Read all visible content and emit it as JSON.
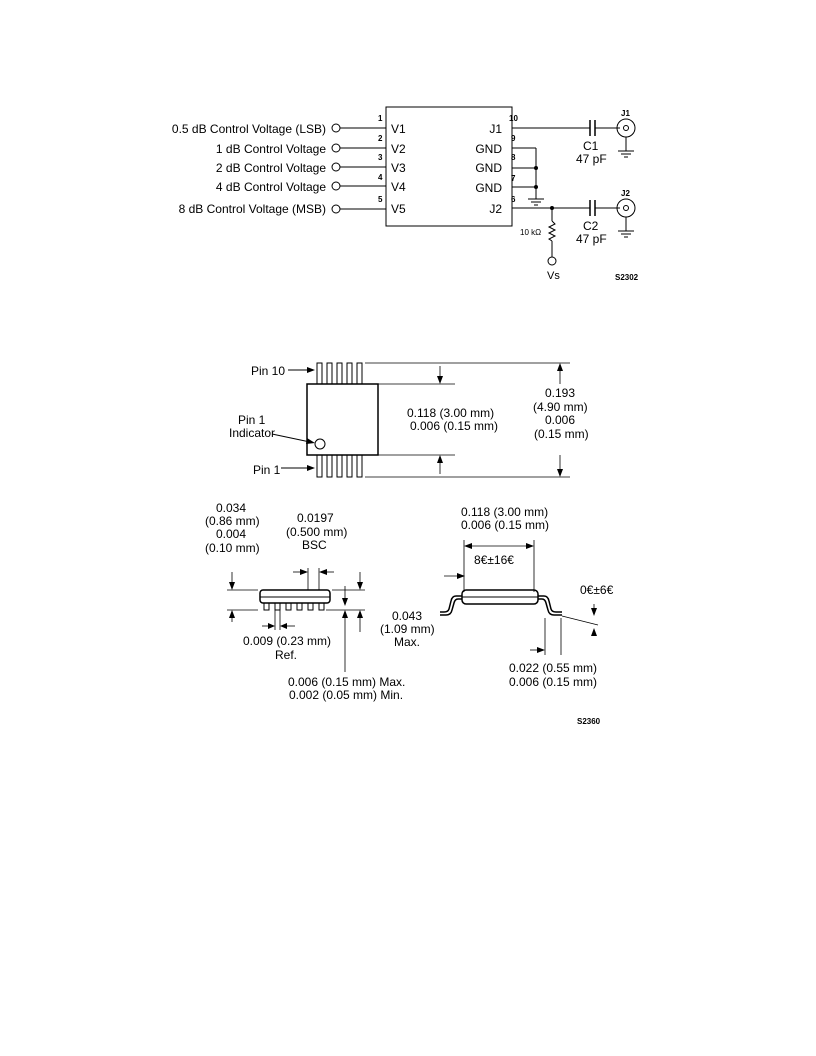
{
  "schematic": {
    "control_labels": [
      "0.5 dB Control Voltage (LSB)",
      "1 dB Control Voltage",
      "2 dB Control Voltage",
      "4 dB Control Voltage",
      "8 dB Control Voltage (MSB)"
    ],
    "left_pin_numbers": [
      "1",
      "2",
      "3",
      "4",
      "5"
    ],
    "left_pin_names": [
      "V1",
      "V2",
      "V3",
      "V4",
      "V5"
    ],
    "right_pin_numbers": [
      "10",
      "9",
      "8",
      "7",
      "6"
    ],
    "right_pin_names": [
      "J1",
      "GND",
      "GND",
      "GND",
      "J2"
    ],
    "c1_name": "C1",
    "c1_value": "47 pF",
    "c2_name": "C2",
    "c2_value": "47 pF",
    "j1_label": "J1",
    "j2_label": "J2",
    "resistor_value": "10 kΩ",
    "vs_label": "Vs",
    "figure_code": "S2302"
  },
  "package": {
    "pin10_label": "Pin 10",
    "pin1_indicator_line1": "Pin 1",
    "pin1_indicator_line2": "Indicator",
    "pin1_label": "Pin 1",
    "body_width_line1": "0.118 (3.00 mm)",
    "body_width_line2": "0.006 (0.15 mm)",
    "total_width_line1": "0.193",
    "total_width_line2": "(4.90 mm)",
    "total_width_line3": "0.006",
    "total_width_line4": "(0.15 mm)",
    "height_line1": "0.034",
    "height_line2": "(0.86 mm)",
    "height_line3": "0.004",
    "height_line4": "(0.10 mm)",
    "pitch_line1": "0.0197",
    "pitch_line2": "(0.500 mm)",
    "pitch_line3": "BSC",
    "lead_width_line1": "0.009 (0.23 mm)",
    "lead_width_line2": "Ref.",
    "max_height_line1": "0.043",
    "max_height_line2": "(1.09 mm)",
    "max_height_line3": "Max.",
    "standoff_line1": "0.006 (0.15 mm)  Max.",
    "standoff_line2": "0.002 (0.05 mm) Min.",
    "side_length_line1": "0.118 (3.00 mm)",
    "side_length_line2": "0.006 (0.15 mm)",
    "angle_top": "8€±16€",
    "angle_right": "0€±6€",
    "foot_line1": "0.022 (0.55 mm)",
    "foot_line2": "0.006 (0.15 mm)",
    "figure_code": "S2360"
  }
}
